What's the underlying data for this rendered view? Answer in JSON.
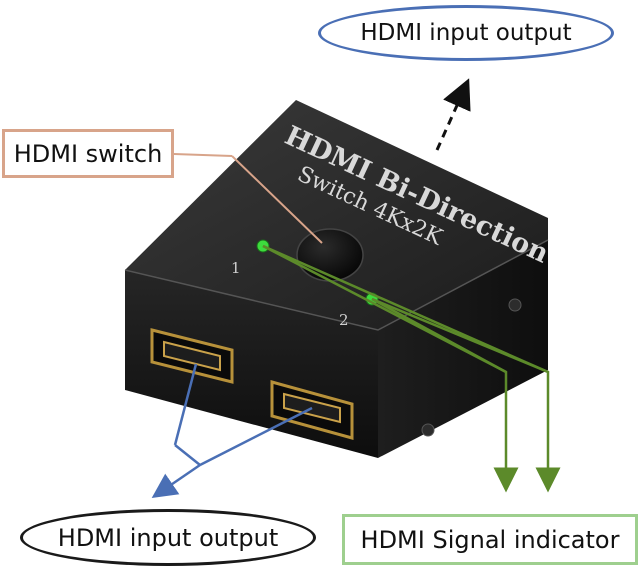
{
  "callouts": {
    "top_port": "HDMI input output",
    "switch_button": "HDMI switch",
    "bottom_ports": "HDMI input output",
    "signal_indicator": "HDMI Signal indicator"
  },
  "device": {
    "title_line1": "HDMI Bi-Direction",
    "title_line2": "Switch 4Kx2K",
    "led1_number": "1",
    "led2_number": "2"
  },
  "colors": {
    "top_ellipse": "#4a6fb5",
    "switch_box": "#d8a48a",
    "indicator_box": "#9ecf8e",
    "blue_arrow": "#4a6fb5",
    "green_arrow": "#5c8a2a",
    "led": "#3ddc3d"
  }
}
